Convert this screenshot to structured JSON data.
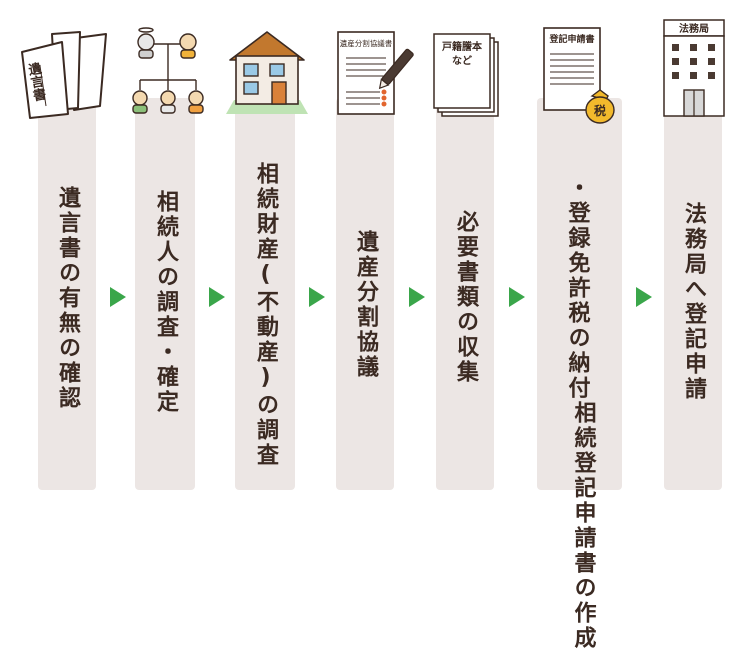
{
  "steps": [
    {
      "label": "遺言書の有無の確認"
    },
    {
      "label": "相続人の調査・確定"
    },
    {
      "label": "相続財産(不動産)の調査"
    },
    {
      "label": "遺産分割協議"
    },
    {
      "label": "必要書類の収集"
    },
    {
      "label_line1": "相続登記申請書の作成",
      "label_line2": "・登録免許税の納付"
    },
    {
      "label": "法務局へ登記申請"
    }
  ],
  "icons": {
    "will": "遺言書",
    "agreement": "遺産分割協議書",
    "documents_line1": "戸籍謄本",
    "documents_line2": "など",
    "application": "登記申請書",
    "tax": "税",
    "office": "法務局"
  },
  "colors": {
    "arrow": "#3aa64a",
    "column": "#ece6e4",
    "text": "#3b2a22"
  }
}
